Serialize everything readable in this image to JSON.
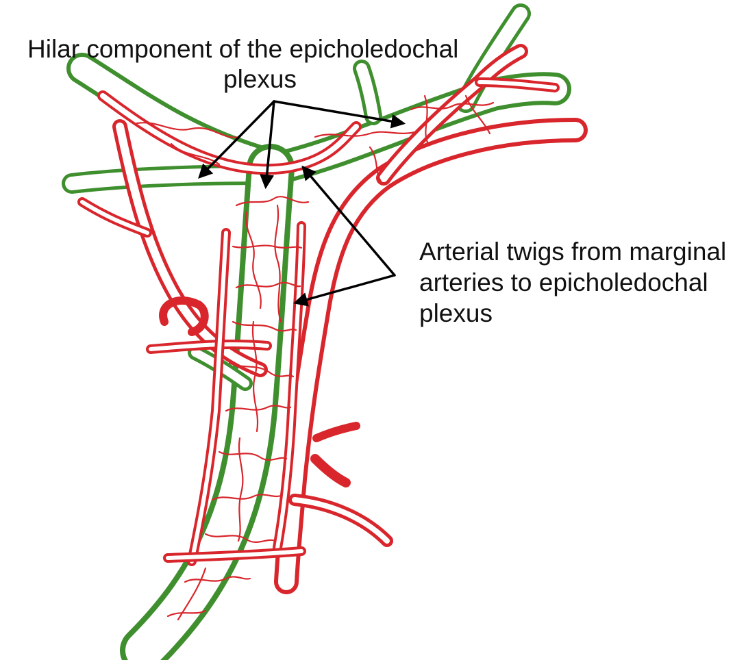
{
  "labels": {
    "hilar_line1": "Hilar component of the epicholedochal",
    "hilar_line2": "plexus",
    "arterial_line1": "Arterial twigs from marginal",
    "arterial_line2": "arteries to epicholedochal",
    "arterial_line3": "plexus"
  },
  "colors": {
    "bile_duct": "#3f8f2f",
    "artery": "#d8262c",
    "pointer": "#000000",
    "text": "#111111",
    "background": "#ffffff"
  }
}
